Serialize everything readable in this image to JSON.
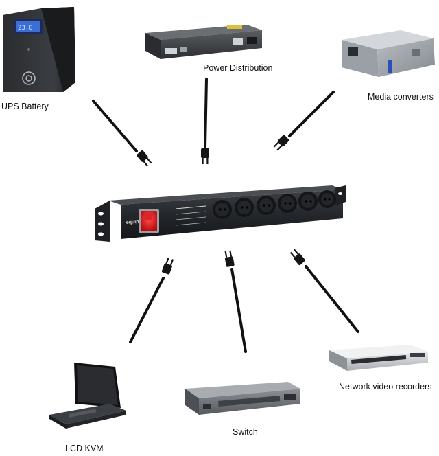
{
  "diagram": {
    "devices": [
      {
        "id": "ups",
        "label": "UPS Battery"
      },
      {
        "id": "pdu",
        "label": "Power Distribution"
      },
      {
        "id": "media",
        "label": "Media converters"
      },
      {
        "id": "nvr",
        "label": "Network video recorders"
      },
      {
        "id": "switch",
        "label": "Switch"
      },
      {
        "id": "kvm",
        "label": "LCD KVM"
      }
    ],
    "center": {
      "name": "power-strip",
      "brand": "equip"
    }
  }
}
